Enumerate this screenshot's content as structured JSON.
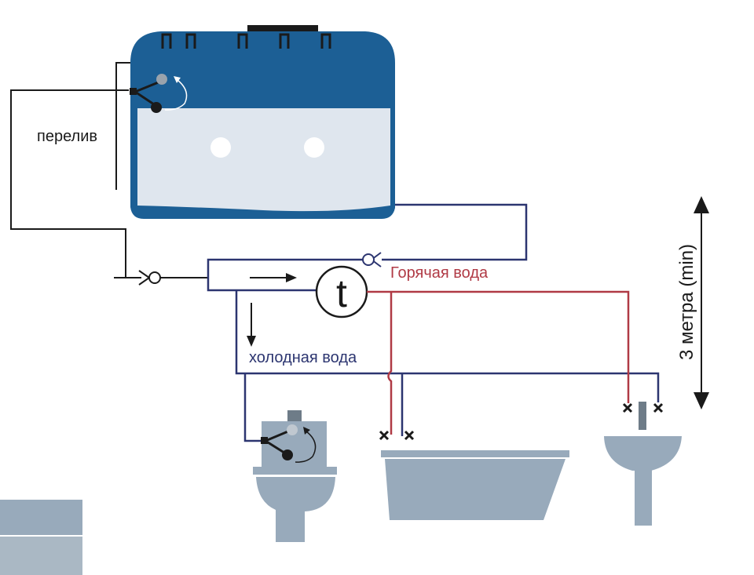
{
  "labels": {
    "overflow": "перелив",
    "hot_water": "Горячая вода",
    "cold_water": "холодная вода",
    "height": "3 метра (min)",
    "heater_symbol": "t"
  },
  "colors": {
    "tank_dark": "#1c5f95",
    "tank_light": "#dfe6ee",
    "fixture": "#98aabb",
    "fixture_dark": "#6e7c88",
    "cold_pipe": "#2c3570",
    "hot_pipe": "#b03a45",
    "black_pipe": "#1a1a1a"
  }
}
